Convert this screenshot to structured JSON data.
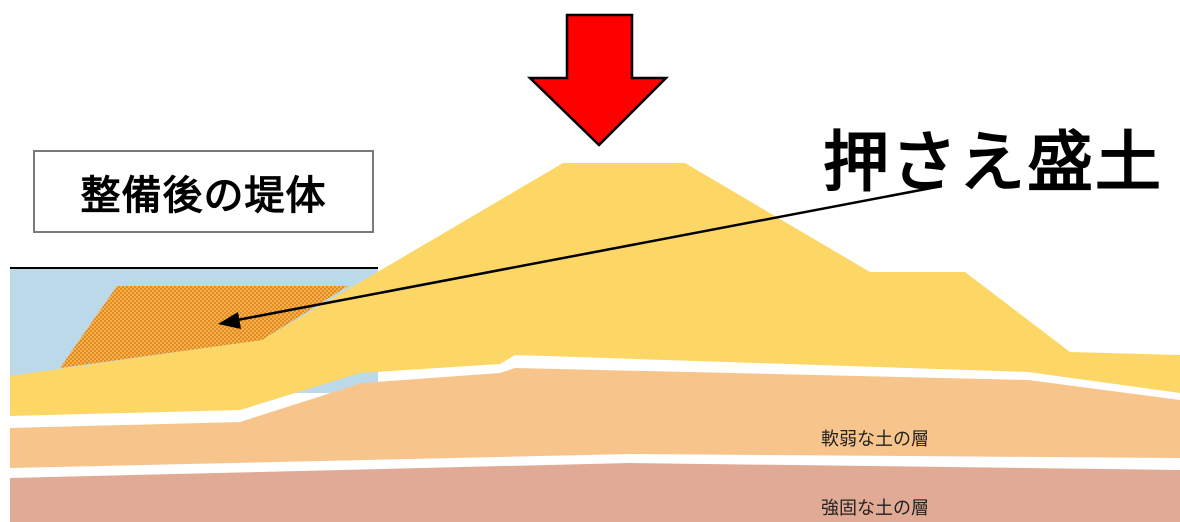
{
  "title": "整備後の堤体",
  "callout": "押さえ盛土",
  "layers": {
    "soft": "軟弱な土の層",
    "hard": "強固な土の層"
  },
  "colors": {
    "water": "#bcd9ea",
    "embankment": "#fdd766",
    "berm": "#f0a23a",
    "soft_soil": "#f7c48c",
    "hard_soil": "#e1aa95",
    "arrow_fill": "#ff0000",
    "line": "#000000"
  },
  "icons": {
    "load_arrow": "down-arrow-icon"
  }
}
